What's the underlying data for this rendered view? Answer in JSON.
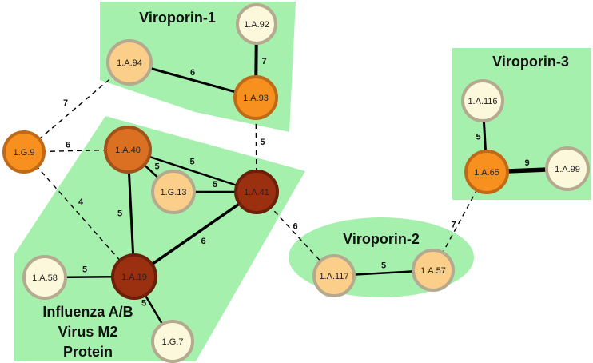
{
  "groups": {
    "viroporin1": {
      "label": "Viroporin-1",
      "color": "#a6f0ae"
    },
    "viroporin2": {
      "label": "Viroporin-2",
      "color": "#a6f0ae"
    },
    "viroporin3": {
      "label": "Viroporin-3",
      "color": "#a6f0ae"
    },
    "influenza": {
      "label_lines": [
        "Influenza A/B",
        "Virus M2",
        "Protein"
      ],
      "color": "#a6f0ae"
    }
  },
  "nodes": {
    "n1A92": {
      "label": "1.A.92",
      "fill": "#fbf8dc",
      "stroke": "#b5a98f"
    },
    "n1A94": {
      "label": "1.A.94",
      "fill": "#fbcf8a",
      "stroke": "#b5a98f"
    },
    "n1A93": {
      "label": "1.A.93",
      "fill": "#f7901e",
      "stroke": "#c06a18"
    },
    "n1G9": {
      "label": "1.G.9",
      "fill": "#f7901e",
      "stroke": "#c06a18"
    },
    "n1A40": {
      "label": "1.A.40",
      "fill": "#dc7022",
      "stroke": "#a0521a"
    },
    "n1G13": {
      "label": "1.G.13",
      "fill": "#fbcf8a",
      "stroke": "#b5a98f"
    },
    "n1A41": {
      "label": "1.A.41",
      "fill": "#9a3010",
      "stroke": "#6a200a"
    },
    "n1A19": {
      "label": "1.A.19",
      "fill": "#9a3010",
      "stroke": "#6a200a"
    },
    "n1A58": {
      "label": "1.A.58",
      "fill": "#fbf8dc",
      "stroke": "#b5a98f"
    },
    "n1G7": {
      "label": "1.G.7",
      "fill": "#fbf8dc",
      "stroke": "#b5a98f"
    },
    "n1A117": {
      "label": "1.A.117",
      "fill": "#fbcf8a",
      "stroke": "#b5a98f"
    },
    "n1A57": {
      "label": "1.A.57",
      "fill": "#fbcf8a",
      "stroke": "#b5a98f"
    },
    "n1A116": {
      "label": "1.A.116",
      "fill": "#fbf8dc",
      "stroke": "#b5a98f"
    },
    "n1A65": {
      "label": "1.A.65",
      "fill": "#f7901e",
      "stroke": "#c06a18"
    },
    "n1A99": {
      "label": "1.A.99",
      "fill": "#fbf8dc",
      "stroke": "#b5a98f"
    }
  },
  "edges": [
    {
      "from": "n1A92",
      "to": "n1A93",
      "label": "7",
      "style": "solid"
    },
    {
      "from": "n1A94",
      "to": "n1A93",
      "label": "6",
      "style": "solid"
    },
    {
      "from": "n1A94",
      "to": "n1G9",
      "label": "7",
      "style": "dashed"
    },
    {
      "from": "n1A93",
      "to": "n1A41",
      "label": "5",
      "style": "dashed"
    },
    {
      "from": "n1G9",
      "to": "n1A40",
      "label": "6",
      "style": "dashed"
    },
    {
      "from": "n1G9",
      "to": "n1A19",
      "label": "4",
      "style": "dashed"
    },
    {
      "from": "n1A40",
      "to": "n1A41",
      "label": "5",
      "style": "solid"
    },
    {
      "from": "n1A40",
      "to": "n1G13",
      "label": "5",
      "style": "solid"
    },
    {
      "from": "n1A40",
      "to": "n1A19",
      "label": "5",
      "style": "solid"
    },
    {
      "from": "n1G13",
      "to": "n1A41",
      "label": "5",
      "style": "solid"
    },
    {
      "from": "n1A41",
      "to": "n1A19",
      "label": "6",
      "style": "solid"
    },
    {
      "from": "n1A41",
      "to": "n1A117",
      "label": "6",
      "style": "dashed"
    },
    {
      "from": "n1A58",
      "to": "n1A19",
      "label": "5",
      "style": "solid"
    },
    {
      "from": "n1A19",
      "to": "n1G7",
      "label": "5",
      "style": "solid"
    },
    {
      "from": "n1A117",
      "to": "n1A57",
      "label": "5",
      "style": "solid"
    },
    {
      "from": "n1A57",
      "to": "n1A65",
      "label": "7",
      "style": "dashed"
    },
    {
      "from": "n1A116",
      "to": "n1A65",
      "label": "5",
      "style": "solid"
    },
    {
      "from": "n1A65",
      "to": "n1A99",
      "label": "9",
      "style": "solid"
    }
  ]
}
